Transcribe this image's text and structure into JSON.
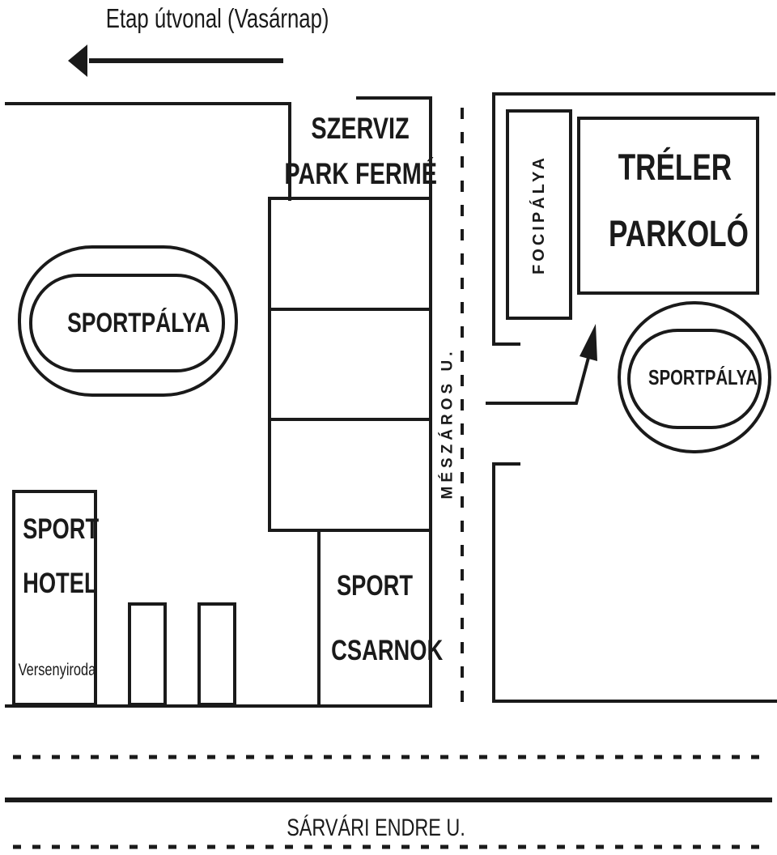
{
  "route": {
    "label": "Etap útvonal (Vasárnap)"
  },
  "streets": {
    "meszaros": "MÉSZÁROS U.",
    "sarvari": "SÁRVÁRI ENDRE U."
  },
  "buildings": {
    "szerviz_line1": "SZERVIZ",
    "szerviz_line2": "PARK FERMÉ",
    "treler_line1": "TRÉLER",
    "treler_line2": "PARKOLÓ",
    "focipalya": "FOCIPÁLYA",
    "sportpalya_left": "SPORTPÁLYA",
    "sportpalya_right": "SPORTPÁLYA",
    "hotel_line1": "SPORT",
    "hotel_line2": "HOTEL",
    "hotel_office": "Versenyiroda",
    "csarnok_line1": "SPORT",
    "csarnok_line2": "CSARNOK"
  },
  "colors": {
    "ink": "#1a1a1a",
    "background": "#ffffff"
  }
}
